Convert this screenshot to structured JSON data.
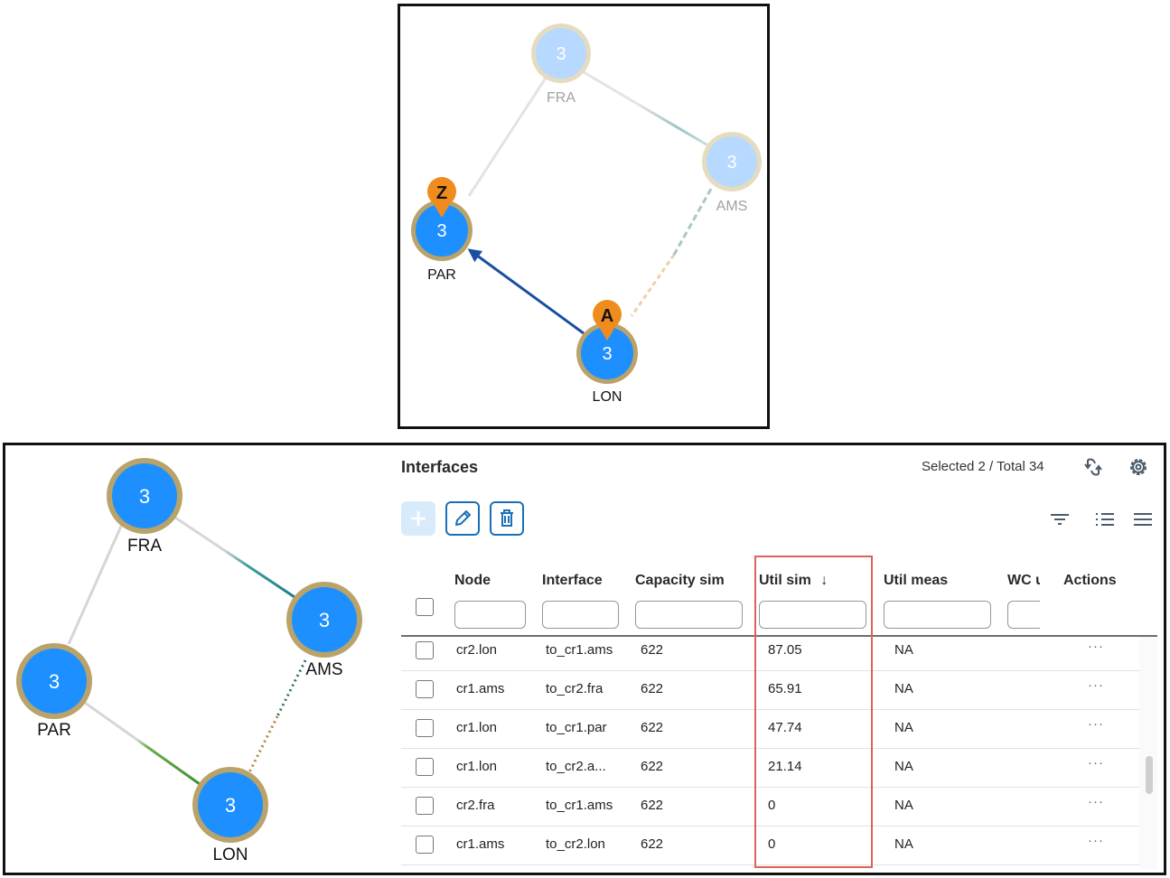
{
  "top_map": {
    "nodes": [
      {
        "id": "FRA",
        "label": "FRA",
        "count": "3",
        "state": "dimmed"
      },
      {
        "id": "AMS",
        "label": "AMS",
        "count": "3",
        "state": "dimmed"
      },
      {
        "id": "PAR",
        "label": "PAR",
        "count": "3",
        "state": "active",
        "marker": "Z"
      },
      {
        "id": "LON",
        "label": "LON",
        "count": "3",
        "state": "active",
        "marker": "A"
      }
    ]
  },
  "bottom_map": {
    "nodes": [
      {
        "id": "FRA",
        "label": "FRA",
        "count": "3"
      },
      {
        "id": "AMS",
        "label": "AMS",
        "count": "3"
      },
      {
        "id": "PAR",
        "label": "PAR",
        "count": "3"
      },
      {
        "id": "LON",
        "label": "LON",
        "count": "3"
      }
    ]
  },
  "panel": {
    "title": "Interfaces",
    "summary": "Selected 2 / Total 34",
    "columns": [
      "Node",
      "Interface",
      "Capacity sim",
      "Util sim",
      "Util meas",
      "WC u",
      "Actions"
    ],
    "sort_indicator": "↓",
    "rows": [
      {
        "node": "cr2.lon",
        "interface": "to_cr1.ams",
        "capacity": "622",
        "util_sim": "87.05",
        "util_meas": "NA",
        "actions": "···"
      },
      {
        "node": "cr1.ams",
        "interface": "to_cr2.fra",
        "capacity": "622",
        "util_sim": "65.91",
        "util_meas": "NA",
        "actions": "···"
      },
      {
        "node": "cr1.lon",
        "interface": "to_cr1.par",
        "capacity": "622",
        "util_sim": "47.74",
        "util_meas": "NA",
        "actions": "···"
      },
      {
        "node": "cr1.lon",
        "interface": "to_cr2.a...",
        "capacity": "622",
        "util_sim": "21.14",
        "util_meas": "NA",
        "actions": "···"
      },
      {
        "node": "cr2.fra",
        "interface": "to_cr1.ams",
        "capacity": "622",
        "util_sim": "0",
        "util_meas": "NA",
        "actions": "···"
      },
      {
        "node": "cr1.ams",
        "interface": "to_cr2.lon",
        "capacity": "622",
        "util_sim": "0",
        "util_meas": "NA",
        "actions": "···"
      }
    ]
  },
  "colors": {
    "node_fill": "#1e8fff",
    "node_ring": "#b9a36a",
    "dim_fill": "#b7d8ff",
    "dim_ring": "#e5dcc0",
    "marker": "#f08c1e",
    "arrow": "#1a4ea0",
    "highlight": "#e0605a",
    "button_border": "#1b6fb8"
  },
  "icons": [
    "refresh-icon",
    "gear-icon",
    "plus-icon",
    "pencil-icon",
    "trash-icon",
    "filter-icon",
    "list-icon",
    "menu-icon",
    "sort-down-icon"
  ]
}
